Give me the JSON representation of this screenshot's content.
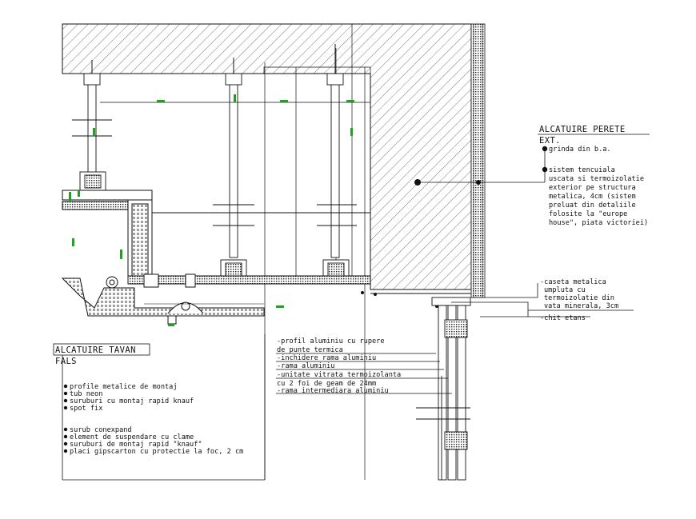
{
  "ceiling_legend": {
    "title": "ALCATUIRE TAVAN",
    "subtitle": "FALS",
    "items_group1": [
      "profile metalice de montaj",
      "tub neon",
      "suruburi cu montaj rapid knauf",
      "spot fix"
    ],
    "items_group2": [
      "surub conexpand",
      "element de suspendare cu clame",
      "suruburi de montaj rapid \"knauf\"",
      "placi gipscarton cu protectie la foc, 2 cm"
    ]
  },
  "wall_legend": {
    "title": "ALCATUIRE PERETE",
    "subtitle": "EXT.",
    "item1": "grinda din b.a.",
    "item2_lines": [
      "sistem tencuiala",
      "uscata si termoizolatie",
      "exterior pe structura",
      "metalica, 4cm (sistem",
      "preluat din detaliile",
      "folosite la \"europe",
      "house\", piata victoriei)"
    ]
  },
  "facade_labels": {
    "caseta_lines": [
      "-caseta metalica",
      "umpluta cu",
      "termoizolatie din",
      "vata minerala, 3cm"
    ],
    "chit": "-chit etans"
  },
  "window_labels": {
    "profil_lines": [
      "-profil aluminiu cu rupere",
      "de punte termica"
    ],
    "inchidere": "-inchidere rama aluminiu",
    "rama": "-rama aluminiu",
    "unitate_lines": [
      "-unitate vitrata termoizolanta",
      "cu 2 foi de geam de 24mm"
    ],
    "intermediara": "-rama intermediara aluminiu"
  },
  "colors": {
    "line": "#111111",
    "dimension": "#1fa31f"
  }
}
